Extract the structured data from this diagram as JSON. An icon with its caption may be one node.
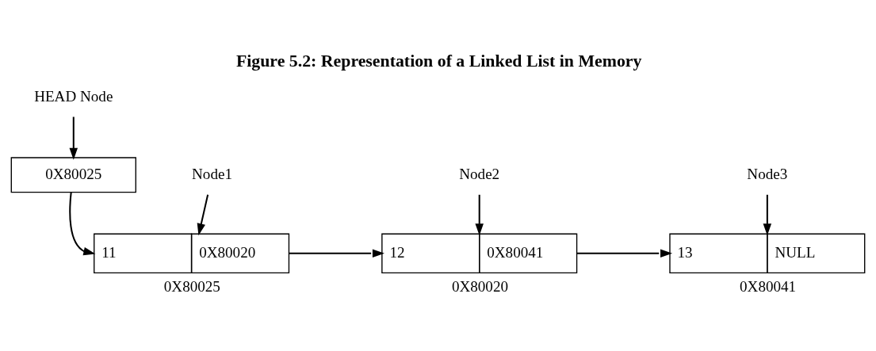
{
  "diagram": {
    "title": "Figure 5.2: Representation of a Linked List in Memory",
    "nodes": [
      {
        "text": [
          "HEAD Node"
        ]
      },
      {
        "text": [
          "0X80025"
        ]
      },
      {
        "text": [
          "Node1"
        ]
      },
      {
        "text": [
          "11",
          "0X80020"
        ],
        "beside": [
          "0X80025"
        ]
      },
      {
        "text": [
          "Node2"
        ]
      },
      {
        "text": [
          "12",
          "0X80041"
        ],
        "beside": [
          "0X80020"
        ]
      },
      {
        "text": [
          "Node3"
        ]
      },
      {
        "text": [
          "13",
          "NULL"
        ],
        "beside": [
          "0X80041"
        ]
      }
    ],
    "edges": [
      {
        "from": 0,
        "to": 1,
        "arrow": "to"
      },
      {
        "from": 1,
        "to": 3,
        "arrow": "to"
      },
      {
        "from": 2,
        "to": 3,
        "arrow": "to"
      },
      {
        "from": 3,
        "to": 5,
        "arrow": "to"
      },
      {
        "from": 4,
        "to": 5,
        "arrow": "to"
      },
      {
        "from": 5,
        "to": 7,
        "arrow": "to"
      },
      {
        "from": 6,
        "to": 7,
        "arrow": "to"
      }
    ]
  }
}
